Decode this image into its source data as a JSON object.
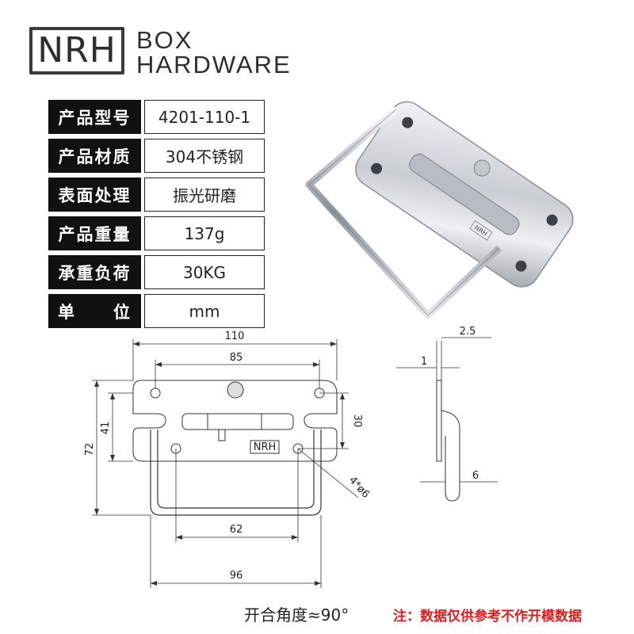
{
  "brand": {
    "logo_text": "NRH",
    "line1": "BOX",
    "line2": "HARDWARE"
  },
  "specs": [
    {
      "label": "产品型号",
      "value": "4201-110-1"
    },
    {
      "label": "产品材质",
      "value": "304不锈钢"
    },
    {
      "label": "表面处理",
      "value": "振光研磨"
    },
    {
      "label": "产品重量",
      "value": "137g"
    },
    {
      "label": "承重负荷",
      "value": "30KG"
    },
    {
      "label_a": "单",
      "label_b": "位",
      "value": "mm"
    }
  ],
  "photo": {
    "stamp_text": "NRH"
  },
  "drawing": {
    "dim_110": "110",
    "dim_85": "85",
    "dim_41": "41",
    "dim_30": "30",
    "dim_72": "72",
    "dim_62": "62",
    "dim_96": "96",
    "dim_holes": "4*ø6",
    "dim_2_5": "2.5",
    "dim_1": "1",
    "dim_6": "6",
    "stamp_text": "NRH"
  },
  "footer": {
    "angle": "开合角度≈90°",
    "note": "注：数据仅供参考不作开模数据"
  },
  "colors": {
    "label_bg": "#111111",
    "note_red": "#e21b1b",
    "line": "#333333"
  }
}
